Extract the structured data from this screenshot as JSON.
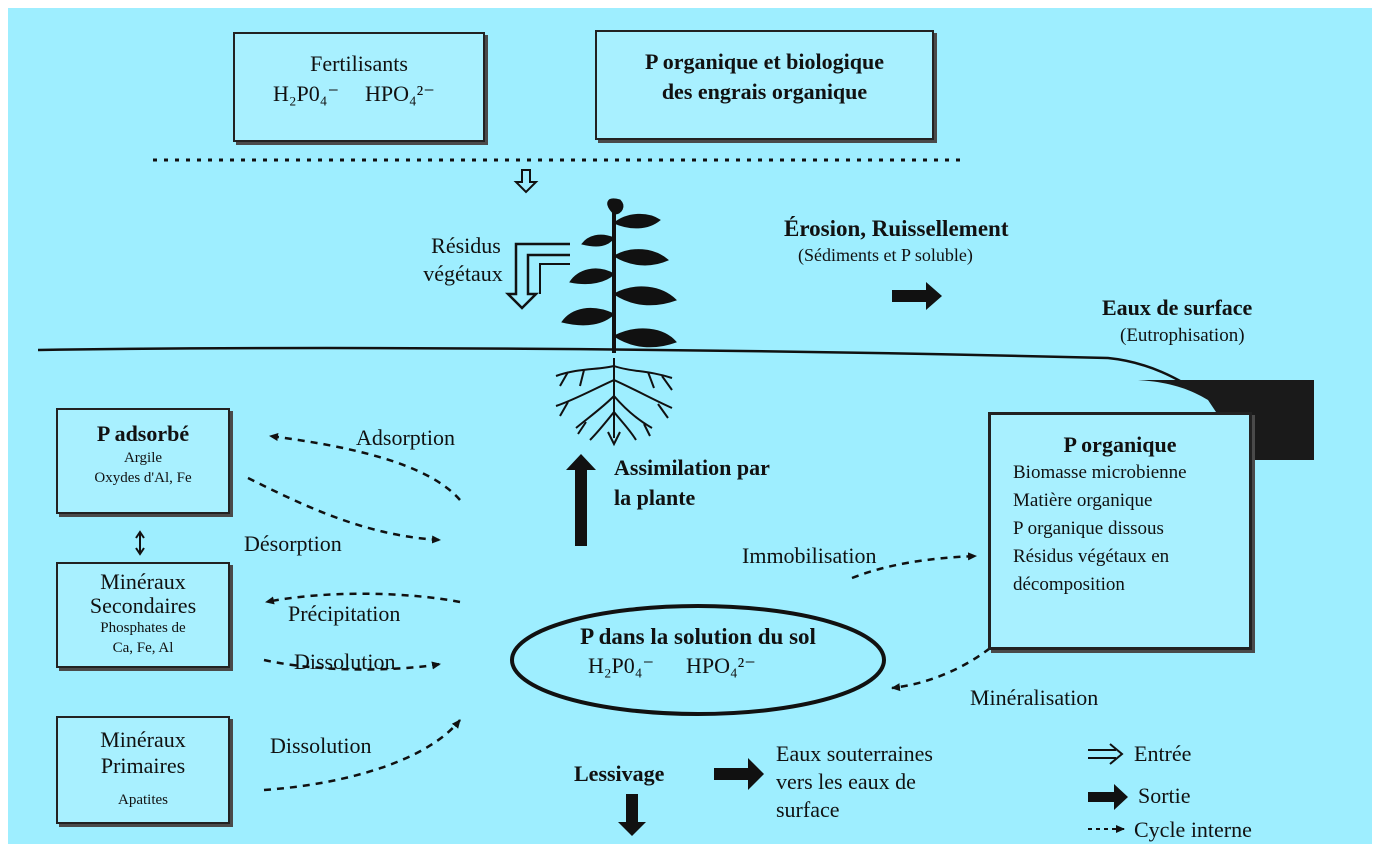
{
  "fertilisants": {
    "title": "Fertilisants",
    "ion1": "H₂P0₄⁻",
    "ion2": "HPO₄²⁻"
  },
  "p_organique_engrais": {
    "line1": "P organique et biologique",
    "line2": "des engrais organique"
  },
  "residus": {
    "line1": "Résidus",
    "line2": "végétaux"
  },
  "erosion": {
    "title": "Érosion, Ruissellement",
    "subtitle": "(Sédiments et P soluble)"
  },
  "eaux_surface": {
    "title": "Eaux de surface",
    "subtitle": "(Eutrophisation)"
  },
  "p_adsorbe": {
    "title": "P adsorbé",
    "line1": "Argile",
    "line2": "Oxydes d'Al, Fe"
  },
  "mineraux_secondaires": {
    "line1": "Minéraux",
    "line2": "Secondaires",
    "line3": "Phosphates de",
    "line4": "Ca, Fe, Al"
  },
  "mineraux_primaires": {
    "line1": "Minéraux",
    "line2": "Primaires",
    "line3": "Apatites"
  },
  "p_organique": {
    "title": "P organique",
    "items": [
      "Biomasse microbienne",
      "Matière organique",
      "P organique dissous",
      "Résidus végétaux en",
      "décomposition"
    ]
  },
  "solution_sol": {
    "title": "P dans la solution du sol",
    "ion1": "H₂P0₄⁻",
    "ion2": "HPO₄²⁻"
  },
  "processes": {
    "adsorption": "Adsorption",
    "desorption": "Désorption",
    "precipitation": "Précipitation",
    "dissolution1": "Dissolution",
    "dissolution2": "Dissolution",
    "immobilisation": "Immobilisation",
    "mineralisation": "Minéralisation",
    "assimilation_line1": "Assimilation par",
    "assimilation_line2": "la plante",
    "lessivage": "Lessivage"
  },
  "eaux_souterraines": {
    "line1": "Eaux souterraines",
    "line2": "vers les eaux de",
    "line3": "surface"
  },
  "legend": {
    "entree": "Entrée",
    "sortie": "Sortie",
    "cycle": "Cycle interne"
  },
  "colors": {
    "background": "#9eeeff",
    "box_fill": "#a8f0ff",
    "ink": "#111111",
    "pool": "#1a1a1a"
  }
}
